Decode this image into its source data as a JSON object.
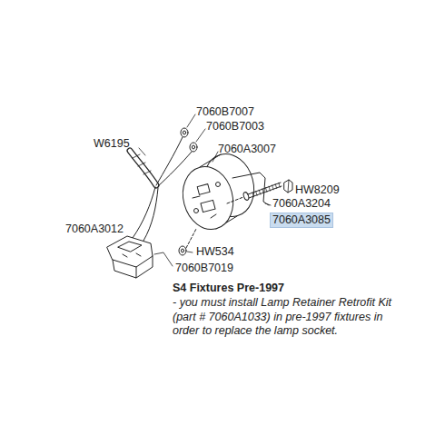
{
  "diagram": {
    "title": "S4 Fixtures Pre-1997",
    "caption": "- you must install Lamp Retainer Retrofit Kit (part # 7060A1033) in pre-1997 fixtures in order to replace the lamp socket.",
    "labels": [
      "W6195",
      "7060B7007",
      "7060B7003",
      "7060A3007",
      "HW8209",
      "7060A3204",
      "7060A3085",
      "7060A3012",
      "HW534",
      "7060B7019"
    ]
  }
}
